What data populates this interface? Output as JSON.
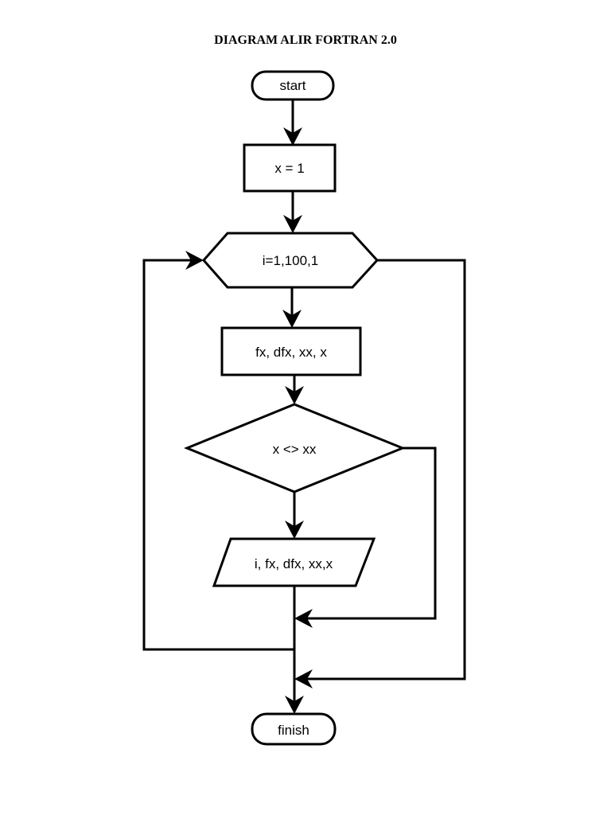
{
  "title": "DIAGRAM ALIR FORTRAN 2.0",
  "nodes": {
    "start": "start",
    "init": "x = 1",
    "loop": "i=1,100,1",
    "process": "fx, dfx, xx, x",
    "decision": "x <> xx",
    "output": "i, fx, dfx, xx,x",
    "finish": "finish"
  }
}
